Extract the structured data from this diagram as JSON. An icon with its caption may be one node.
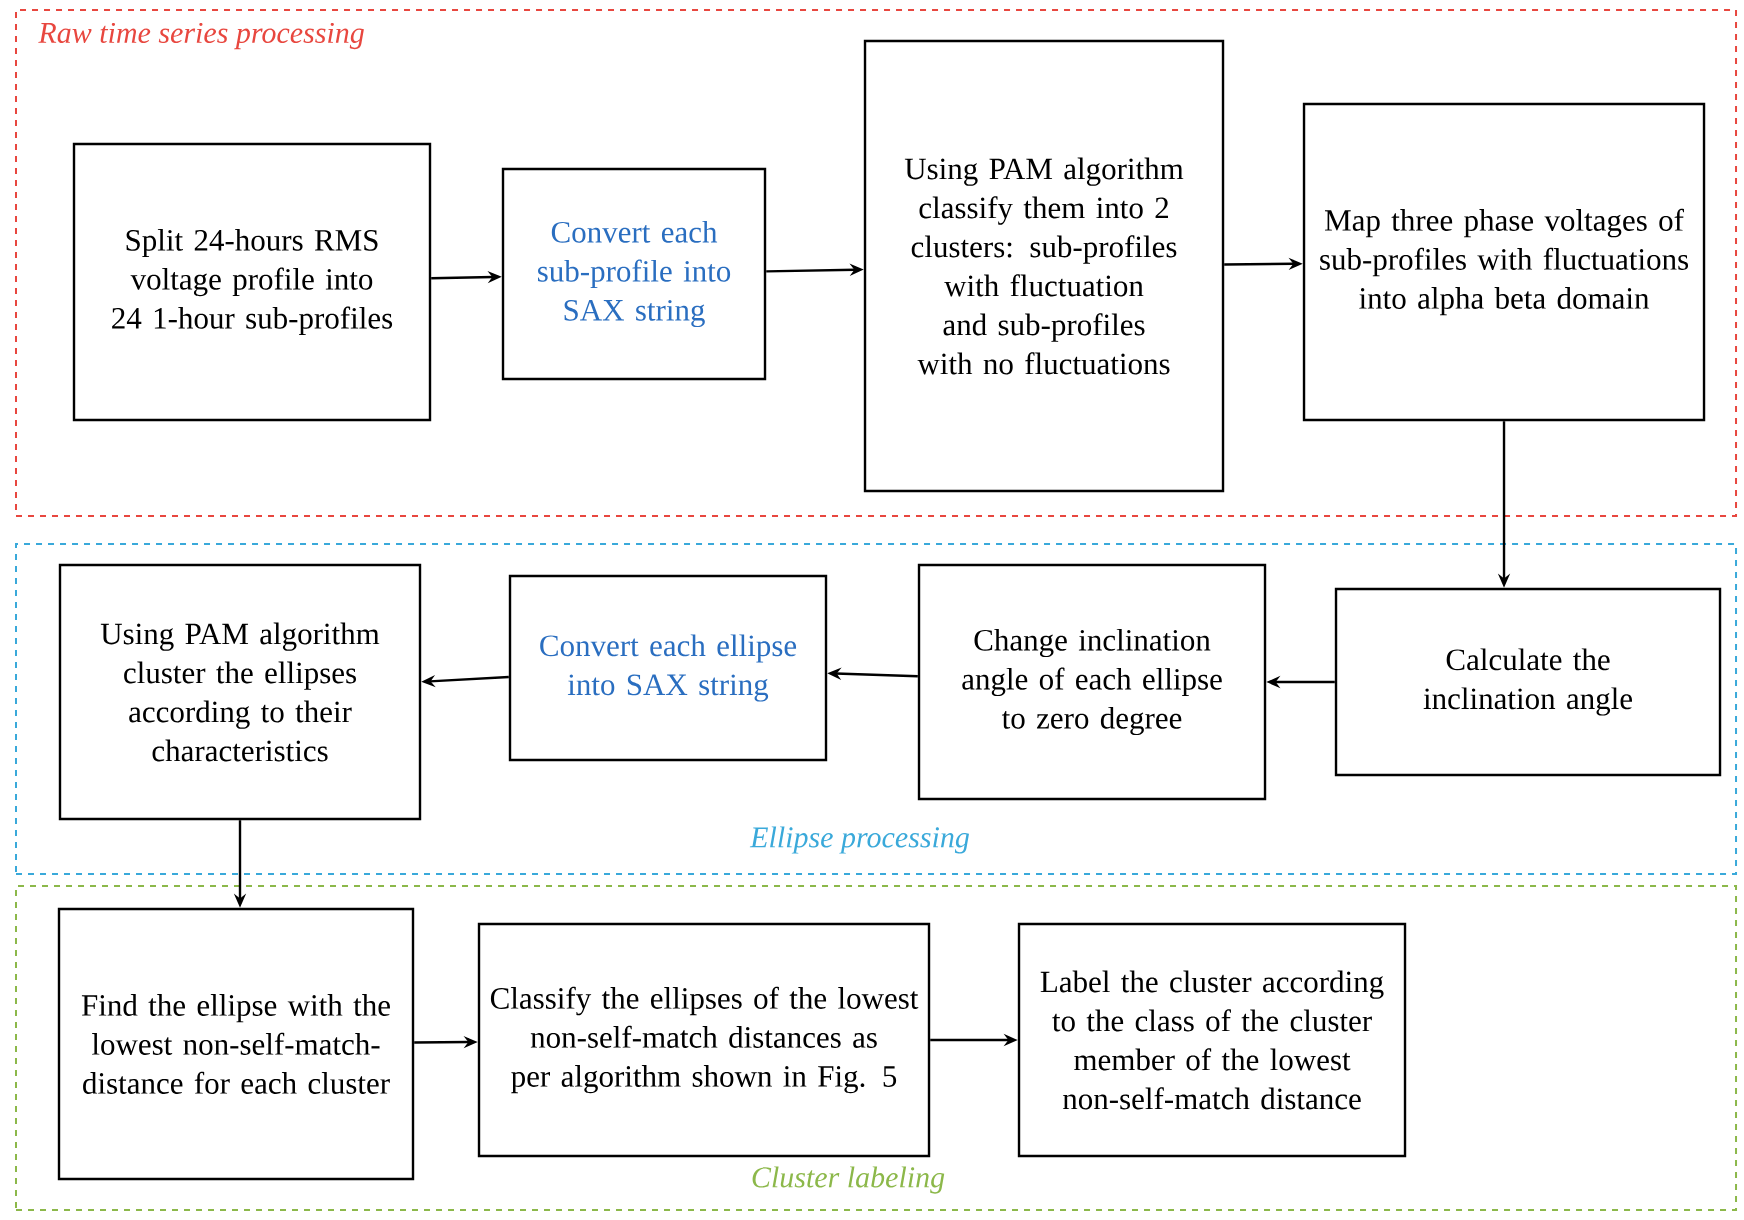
{
  "diagram": {
    "nodes": [
      {
        "text": [
          "Raw time series processing"
        ]
      },
      {
        "text": [
          "Split 24-hours RMS voltage profile into 24 1-hour sub-profiles"
        ],
        "in": 0
      },
      {
        "text": [
          "Convert each sub-profile into SAX string"
        ],
        "in": 0
      },
      {
        "text": [
          "Using PAM algorithm classify them into 2 clusters: sub-profiles with fluctuation and sub-profiles with no fluctuations"
        ],
        "in": 0
      },
      {
        "text": [
          "Map three phase voltages of sub-profiles with fluctuations into alpha beta domain"
        ],
        "in": 0
      },
      {
        "text": [
          "Ellipse processing"
        ]
      },
      {
        "text": [
          "Using PAM algorithm cluster the ellipses according to their characteristics"
        ],
        "in": 5
      },
      {
        "text": [
          "Convert each ellipse into SAX string"
        ],
        "in": 5
      },
      {
        "text": [
          "Change inclination angle of each ellipse to zero degree"
        ],
        "in": 5
      },
      {
        "text": [
          "Calculate the inclination angle"
        ],
        "in": 5
      },
      {
        "text": [
          "Cluster labeling"
        ]
      },
      {
        "text": [
          "Find the ellipse with the lowest non-self-match-distance for each cluster"
        ],
        "in": 10
      },
      {
        "text": [
          "Classify the ellipses of the lowest non-self-match distances as per algorithm shown in Fig. 5"
        ],
        "in": 10
      },
      {
        "text": [
          "Label the cluster according to the class of the cluster member of the lowest non-self-match distance"
        ],
        "in": 10
      }
    ],
    "edges": [
      {
        "from": 1,
        "to": 2,
        "arrow": "to"
      },
      {
        "from": 2,
        "to": 3,
        "arrow": "to"
      },
      {
        "from": 3,
        "to": 4,
        "arrow": "to"
      },
      {
        "from": 4,
        "to": 9,
        "arrow": "to"
      },
      {
        "from": 9,
        "to": 8,
        "arrow": "to"
      },
      {
        "from": 8,
        "to": 7,
        "arrow": "to"
      },
      {
        "from": 7,
        "to": 6,
        "arrow": "to"
      },
      {
        "from": 6,
        "to": 11,
        "arrow": "to"
      },
      {
        "from": 11,
        "to": 12,
        "arrow": "to"
      },
      {
        "from": 12,
        "to": 13,
        "arrow": "to"
      }
    ]
  }
}
